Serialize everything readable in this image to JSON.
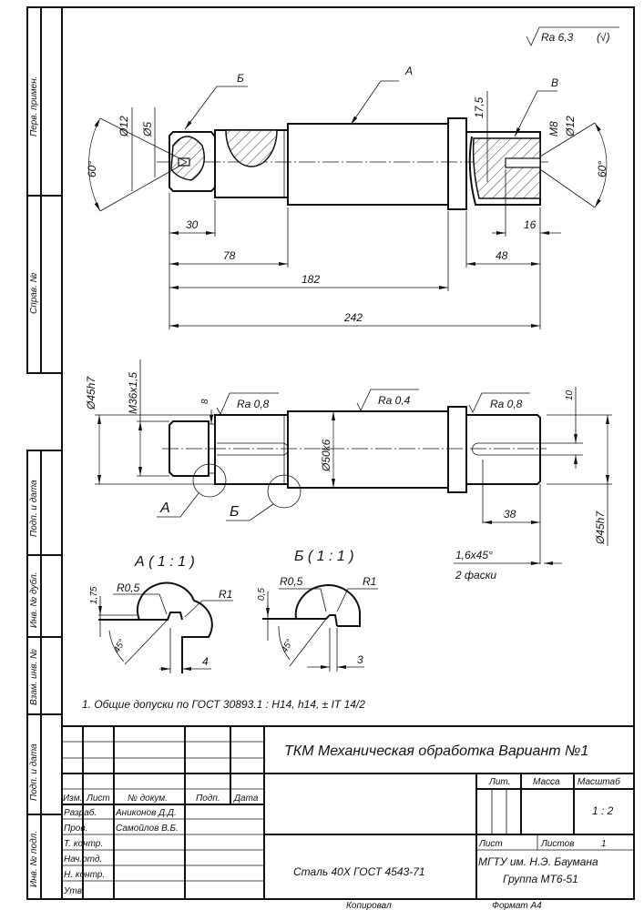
{
  "roughness_general": "Ra 6,3",
  "leaders": {
    "a": "А",
    "b": "Б",
    "v": "В"
  },
  "dims_top": {
    "d12_left": "Ø12",
    "d5": "Ø5",
    "angle_left": "60°",
    "d30": "30",
    "d78": "78",
    "d182": "182",
    "d242": "242",
    "d17_5": "17,5",
    "m8": "M8",
    "d12_right": "Ø12",
    "angle_right": "60°",
    "d16": "16",
    "d48": "48"
  },
  "dims_mid": {
    "d45h7_left": "Ø45h7",
    "m36": "M36x1,5",
    "d8": "8",
    "ra08_left": "Ra 0,8",
    "ra04": "Ra 0,4",
    "ra08_right": "Ra 0,8",
    "d50k6": "Ø50k6",
    "d10": "10",
    "d38": "38",
    "d45h7_right": "Ø45h7",
    "chamfer": "1,6x45°",
    "chamfer_note": "2 фаски",
    "callout_a": "А",
    "callout_b": "Б"
  },
  "detail_a": {
    "title": "А ( 1 : 1 )",
    "depth": "1,75",
    "r05": "R0,5",
    "r1": "R1",
    "angle": "45°",
    "width": "4"
  },
  "detail_b": {
    "title": "Б ( 1 : 1 )",
    "depth": "0,5",
    "r05": "R0,5",
    "r1": "R1",
    "angle": "45°",
    "width": "3"
  },
  "note": "1. Общие допуски по ГОСТ 30893.1 : H14, h14, ± IT 14/2",
  "side_strip": [
    "Перв. примен.",
    "Справ. №",
    "Подп. и дата",
    "Инв. № дубл.",
    "Взам. инв. №",
    "Подп. и дата",
    "Инв. № подл."
  ],
  "title_block": {
    "title": "ТКМ Механическая обработка Вариант №1",
    "headers": [
      "Изм.",
      "Лист",
      "№ докум.",
      "Подп.",
      "Дата"
    ],
    "roles": [
      "Разраб.",
      "Пров.",
      "Т. контр.",
      "Нач.отд.",
      "Н. контр.",
      "Утв."
    ],
    "developer": "Аниконов Д.Д.",
    "checker": "Самойлов В.Б.",
    "material": "Сталь 40Х ГОСТ 4543-71",
    "lit": "Лит.",
    "mass": "Масса",
    "scale_label": "Масштаб",
    "scale": "1 : 2",
    "sheet": "Лист",
    "sheets": "Листов",
    "sheets_count": "1",
    "org_line1": "МГТУ им. Н.Э. Баумана",
    "org_line2": "Группа МТ6-51",
    "copied": "Копировал",
    "format": "Формат А4"
  }
}
